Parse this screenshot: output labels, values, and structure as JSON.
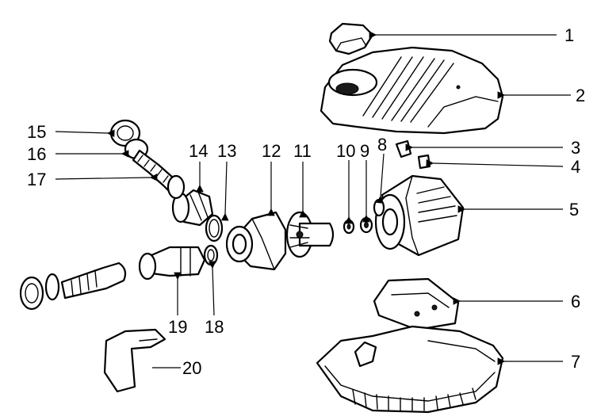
{
  "callouts": {
    "c1": "1",
    "c2": "2",
    "c3": "3",
    "c4": "4",
    "c5": "5",
    "c6": "6",
    "c7": "7",
    "c8": "8",
    "c9": "9",
    "c10": "10",
    "c11": "11",
    "c12": "12",
    "c13": "13",
    "c14": "14",
    "c15": "15",
    "c16": "16",
    "c17": "17",
    "c18": "18",
    "c19": "19",
    "c20": "20"
  },
  "colors": {
    "ink": "#000000",
    "paper": "#ffffff"
  }
}
